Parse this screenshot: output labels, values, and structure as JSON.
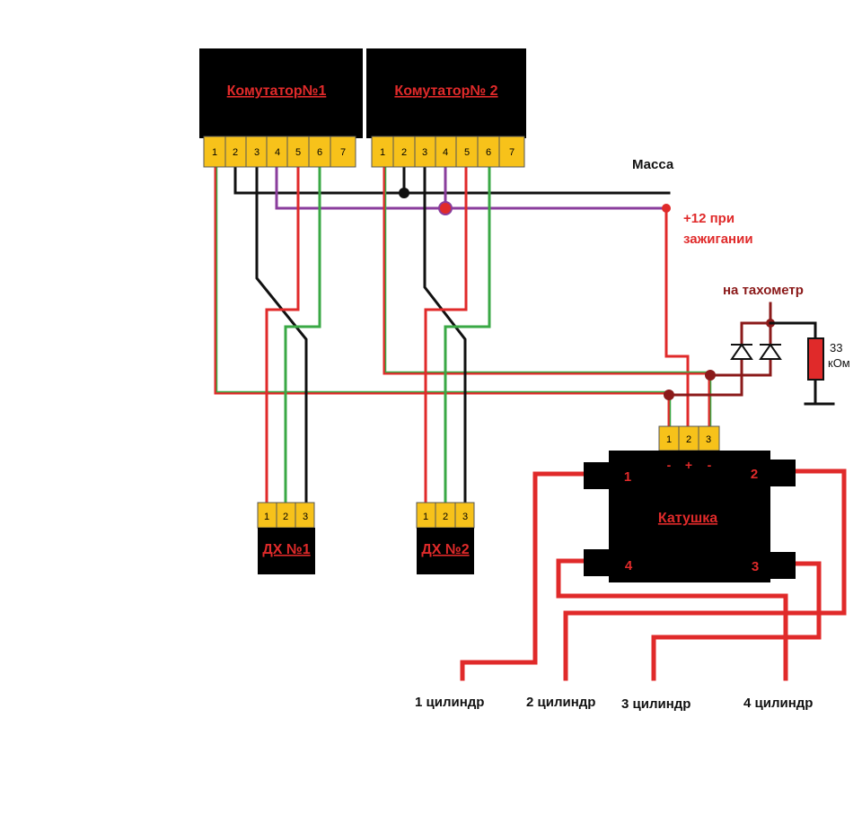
{
  "colors": {
    "black": "#111111",
    "red": "#e02a2a",
    "green": "#3aa845",
    "purple": "#8a3d9c",
    "dark_red": "#8b1a1a",
    "pin_fill": "#f7c21a"
  },
  "commutator1": {
    "title": "Комутатор№1",
    "pins": [
      "1",
      "2",
      "3",
      "4",
      "5",
      "6",
      "7"
    ]
  },
  "commutator2": {
    "title": "Комутатор№ 2",
    "pins": [
      "1",
      "2",
      "3",
      "4",
      "5",
      "6",
      "7"
    ]
  },
  "sensor1": {
    "title": "ДХ №1",
    "pins": [
      "1",
      "2",
      "3"
    ]
  },
  "sensor2": {
    "title": "ДХ №2",
    "pins": [
      "1",
      "2",
      "3"
    ]
  },
  "coil": {
    "title": "Катушка",
    "pins": [
      "1",
      "2",
      "3"
    ],
    "pin_signs": [
      "-",
      "+",
      "-"
    ],
    "outputs": [
      "1",
      "2",
      "4",
      "3"
    ]
  },
  "labels": {
    "ground": "Масса",
    "ignition_line1": "+12 при",
    "ignition_line2": "зажигании",
    "tachometer": "на тахометр",
    "resistor_value": "33",
    "resistor_unit": "кОм"
  },
  "cylinders": [
    "1 цилиндр",
    "2 цилиндр",
    "3 цилиндр",
    "4 цилиндр"
  ]
}
